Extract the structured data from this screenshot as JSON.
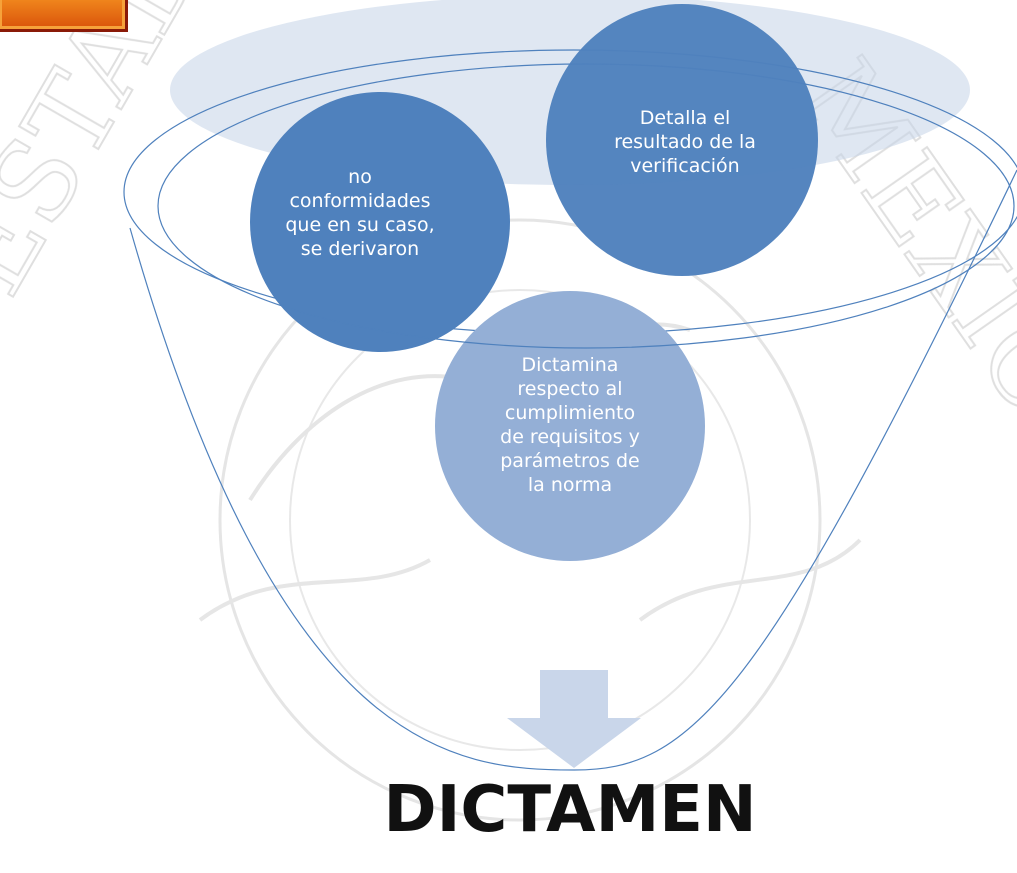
{
  "diagram": {
    "title": "DICTAMEN",
    "items": [
      {
        "id": "result",
        "text": "Detalla el\nresultado de la\nverificación"
      },
      {
        "id": "nonconf",
        "text": "no\nconformidades\nque en su caso,\nse derivaron"
      },
      {
        "id": "dictamina",
        "text": "Dictamina\nrespecto al\ncumplimiento\nde requisitos y\nparámetros de\nla norma"
      }
    ],
    "colors": {
      "circle_primary": "#4f81bd",
      "circle_light": "#94afd6",
      "funnel_stroke": "#4f81bd",
      "arrow": "#c9d6ea",
      "ellipse_band": "#c5d3e8"
    },
    "icons": [
      "down-arrow-icon"
    ]
  }
}
